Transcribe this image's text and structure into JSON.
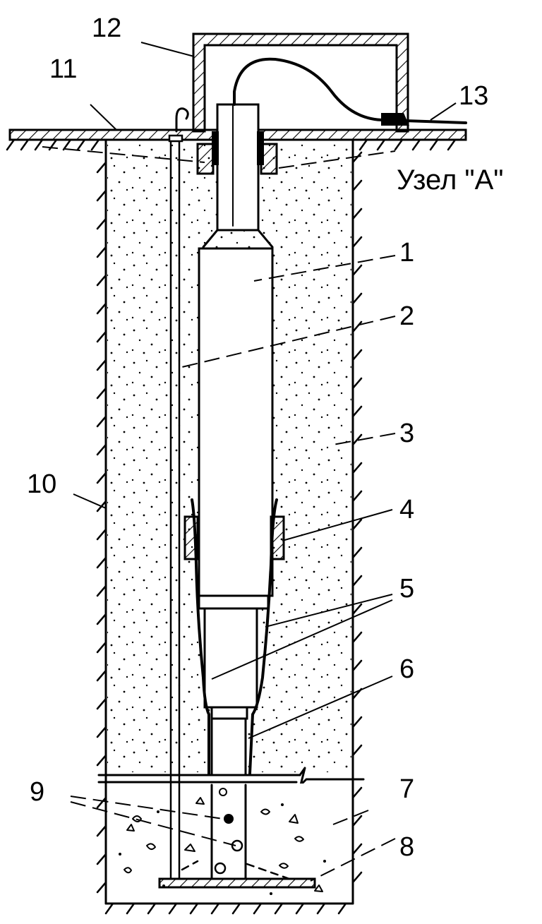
{
  "labels": {
    "n1": "1",
    "n2": "2",
    "n3": "3",
    "n4": "4",
    "n5": "5",
    "n6": "6",
    "n7": "7",
    "n8": "8",
    "n9": "9",
    "n10": "10",
    "n11": "11",
    "n12": "12",
    "n13": "13",
    "node": "Узел \"А\""
  }
}
